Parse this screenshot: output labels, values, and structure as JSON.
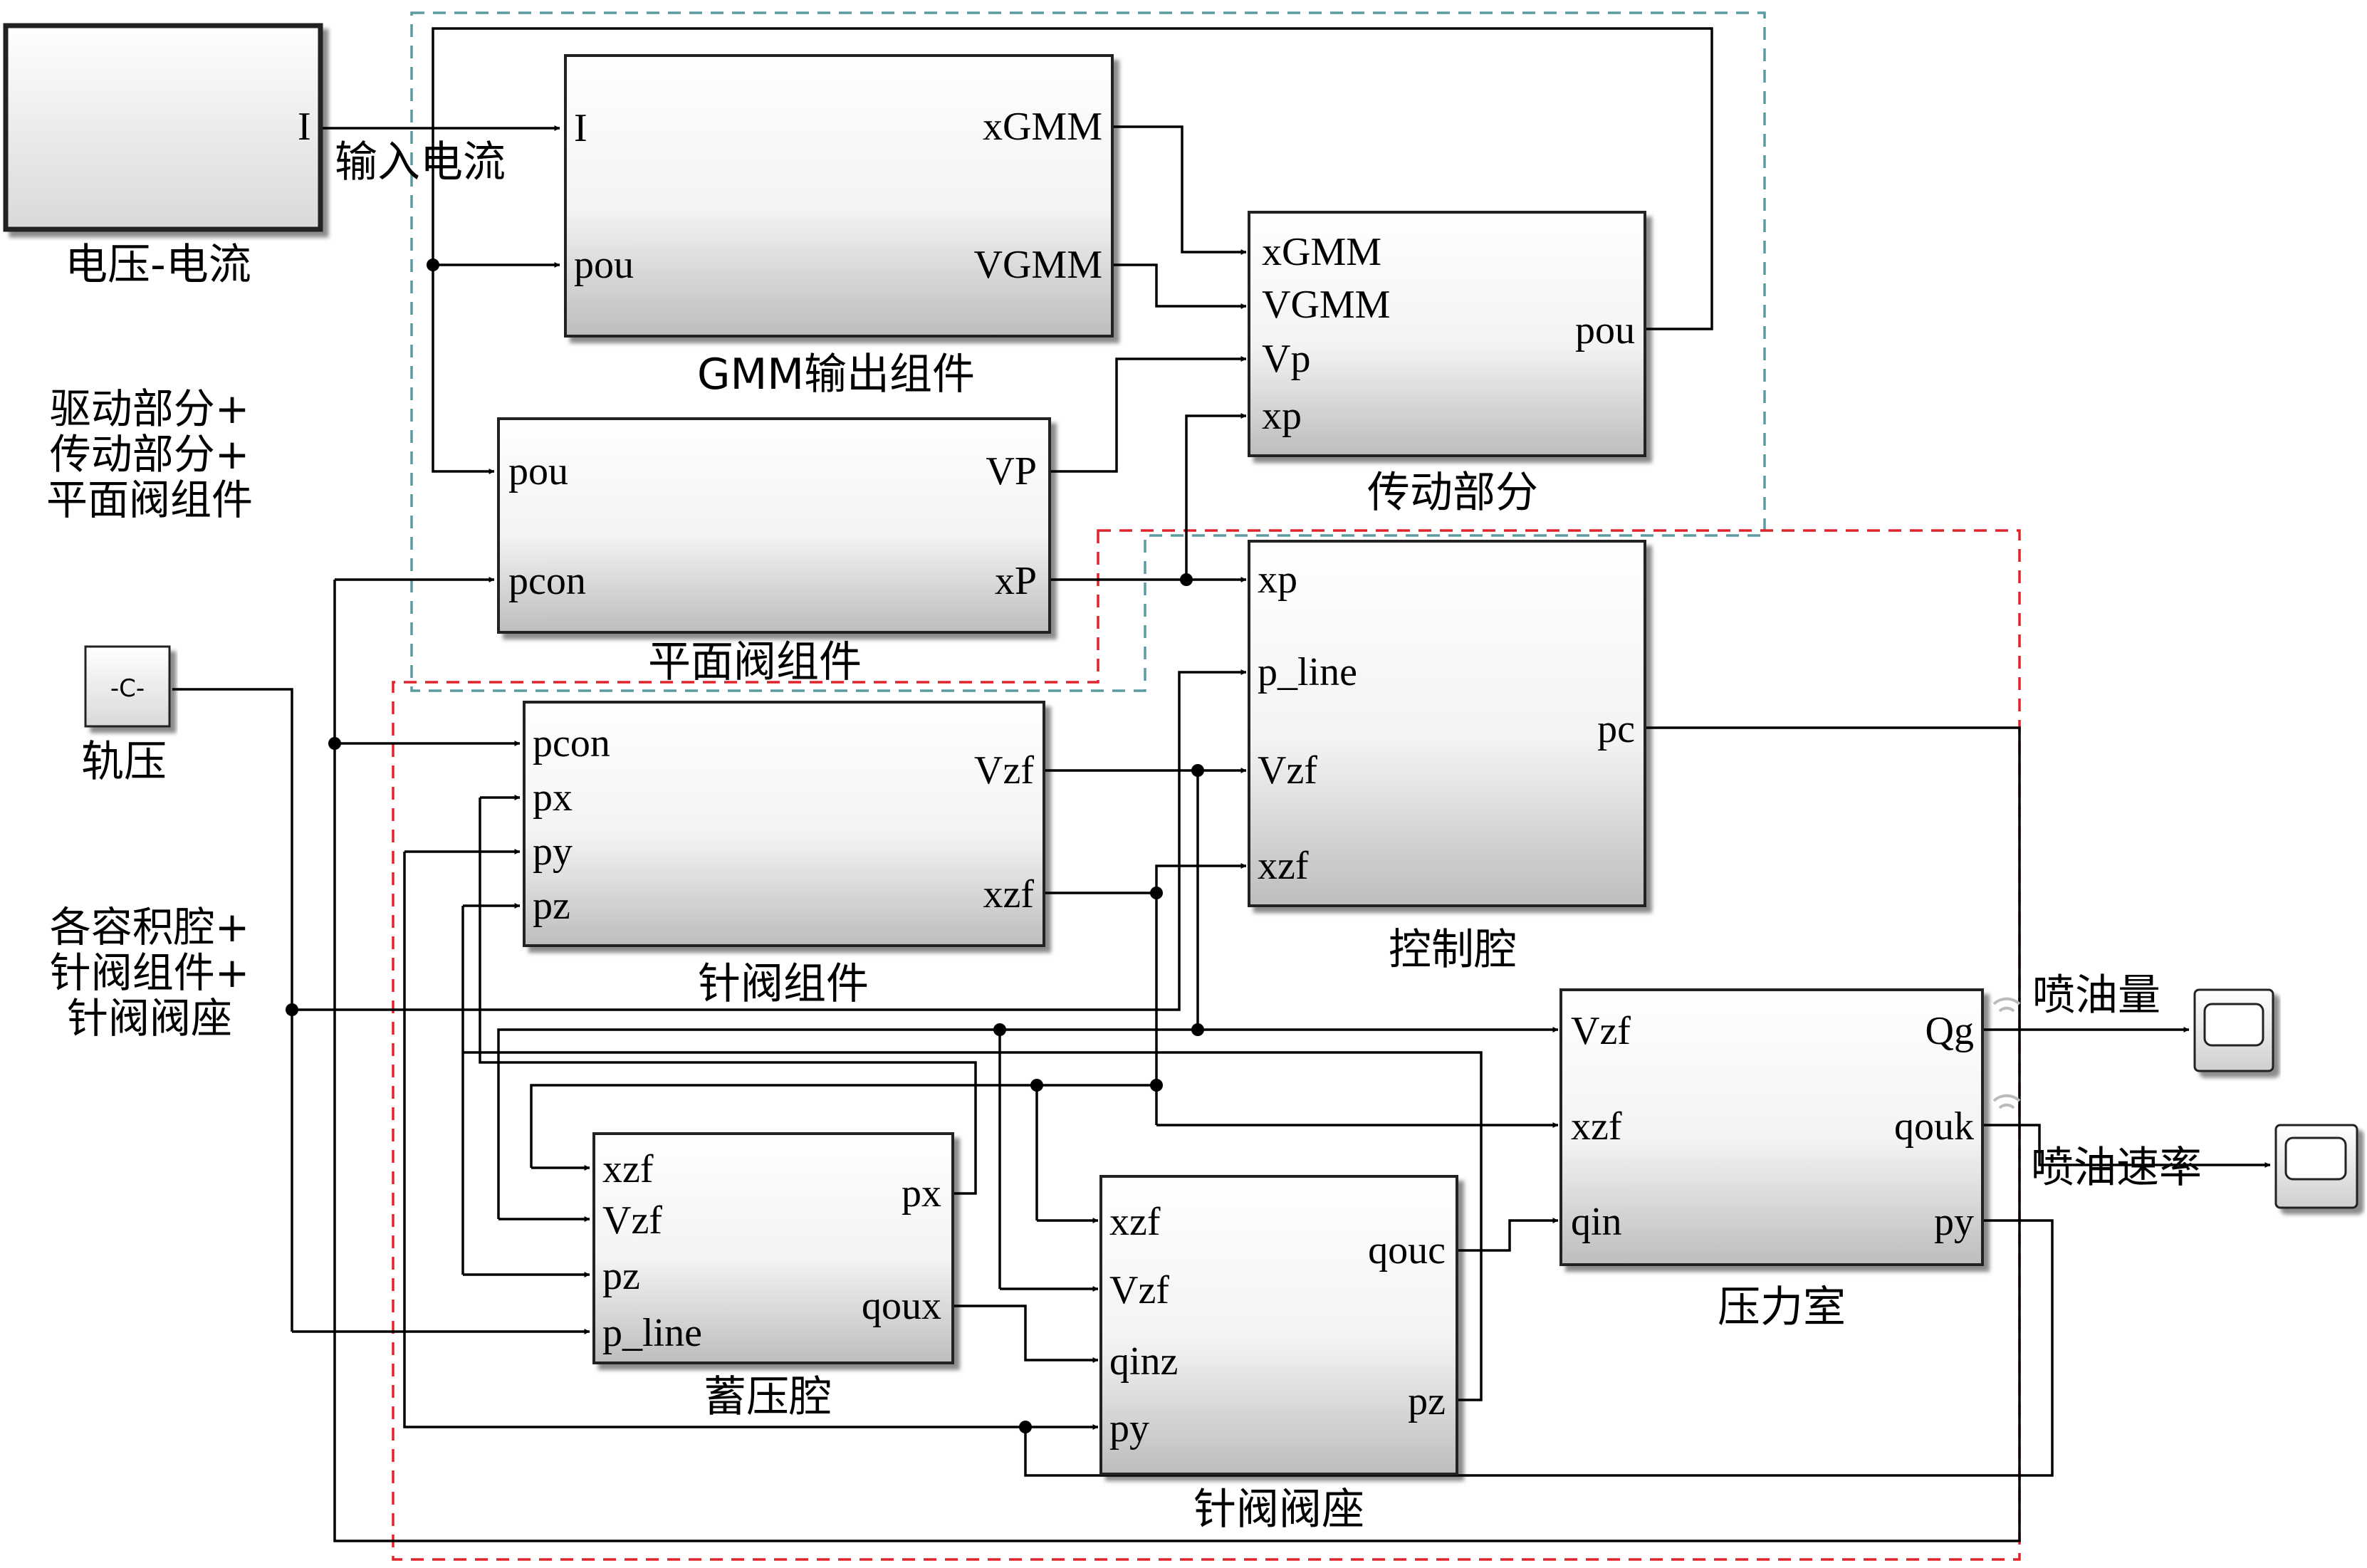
{
  "subsystems": {
    "drive": {
      "label_lines": [
        "驱动部分+",
        "传动部分+",
        "平面阀组件"
      ],
      "border_color": "#5b9aa0"
    },
    "volume": {
      "label_lines": [
        "各容积腔+",
        "针阀组件+",
        "针阀阀座"
      ],
      "border_color": "#e0242c"
    }
  },
  "blocks": {
    "voltage_current": {
      "caption": "电压-电流",
      "out_port": "I"
    },
    "gmm": {
      "caption": "GMM输出组件",
      "in_ports": [
        "I",
        "pou"
      ],
      "out_ports": [
        "xGMM",
        "VGMM"
      ]
    },
    "transmission": {
      "caption": "传动部分",
      "in_ports": [
        "xGMM",
        "VGMM",
        "Vp",
        "xp"
      ],
      "out_ports": [
        "pou"
      ]
    },
    "flat_valve": {
      "caption": "平面阀组件",
      "in_ports": [
        "pou",
        "pcon"
      ],
      "out_ports": [
        "VP",
        "xP"
      ]
    },
    "rail_pressure": {
      "caption": "轨压",
      "value": "-C-"
    },
    "needle_valve": {
      "caption": "针阀组件",
      "in_ports": [
        "pcon",
        "px",
        "py",
        "pz"
      ],
      "out_ports": [
        "Vzf",
        "xzf"
      ]
    },
    "control_chamber": {
      "caption": "控制腔",
      "in_ports": [
        "xp",
        "p_line",
        "Vzf",
        "xzf"
      ],
      "out_ports": [
        "pc"
      ]
    },
    "pressure_chamber": {
      "caption": "压力室",
      "in_ports": [
        "Vzf",
        "xzf",
        "qin"
      ],
      "out_ports": [
        "Qg",
        "qouk",
        "py"
      ]
    },
    "accumulator": {
      "caption": "蓄压腔",
      "in_ports": [
        "xzf",
        "Vzf",
        "pz",
        "p_line"
      ],
      "out_ports": [
        "px",
        "qoux"
      ]
    },
    "needle_seat": {
      "caption": "针阀阀座",
      "in_ports": [
        "xzf",
        "Vzf",
        "qinz",
        "py"
      ],
      "out_ports": [
        "qouc",
        "pz"
      ]
    }
  },
  "signals": {
    "input_current": "输入电流",
    "injection_quantity": "喷油量",
    "injection_rate": "喷油速率"
  }
}
